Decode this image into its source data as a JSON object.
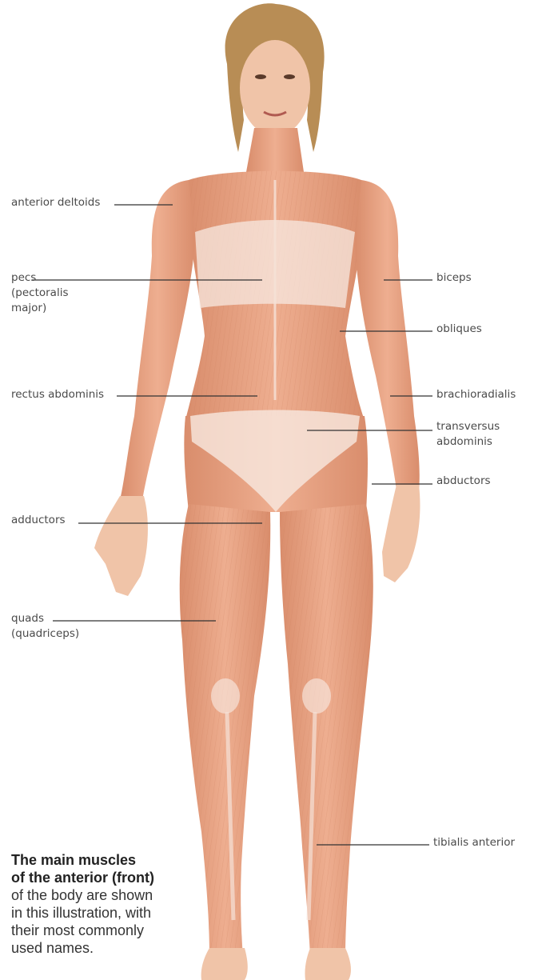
{
  "labels": {
    "anterior_deltoids": "anterior deltoids",
    "pecs_1": "pecs",
    "pecs_2": "(pectoralis",
    "pecs_3": "major)",
    "rectus_abdominis": "rectus abdominis",
    "adductors": "adductors",
    "quads_1": "quads",
    "quads_2": "(quadriceps)",
    "biceps": "biceps",
    "obliques": "obliques",
    "brachioradialis": "brachioradialis",
    "transversus_1": "transversus",
    "transversus_2": "abdominis",
    "abductors": "abductors",
    "tibialis_anterior": "tibialis anterior"
  },
  "caption": {
    "bold_1": "The main muscles",
    "bold_2": "of the anterior (front)",
    "rest_1": "of the body are shown",
    "rest_2": "in this illustration, with",
    "rest_3": "their most commonly",
    "rest_4": "used names."
  },
  "colors": {
    "muscle": "#e8a080",
    "muscle_dark": "#d88a6a",
    "tendon": "#f6e2d8",
    "underwear": "#f7e8e0",
    "hair": "#b88d55",
    "skin": "#f0c4a8",
    "leader_line": "#333333"
  }
}
